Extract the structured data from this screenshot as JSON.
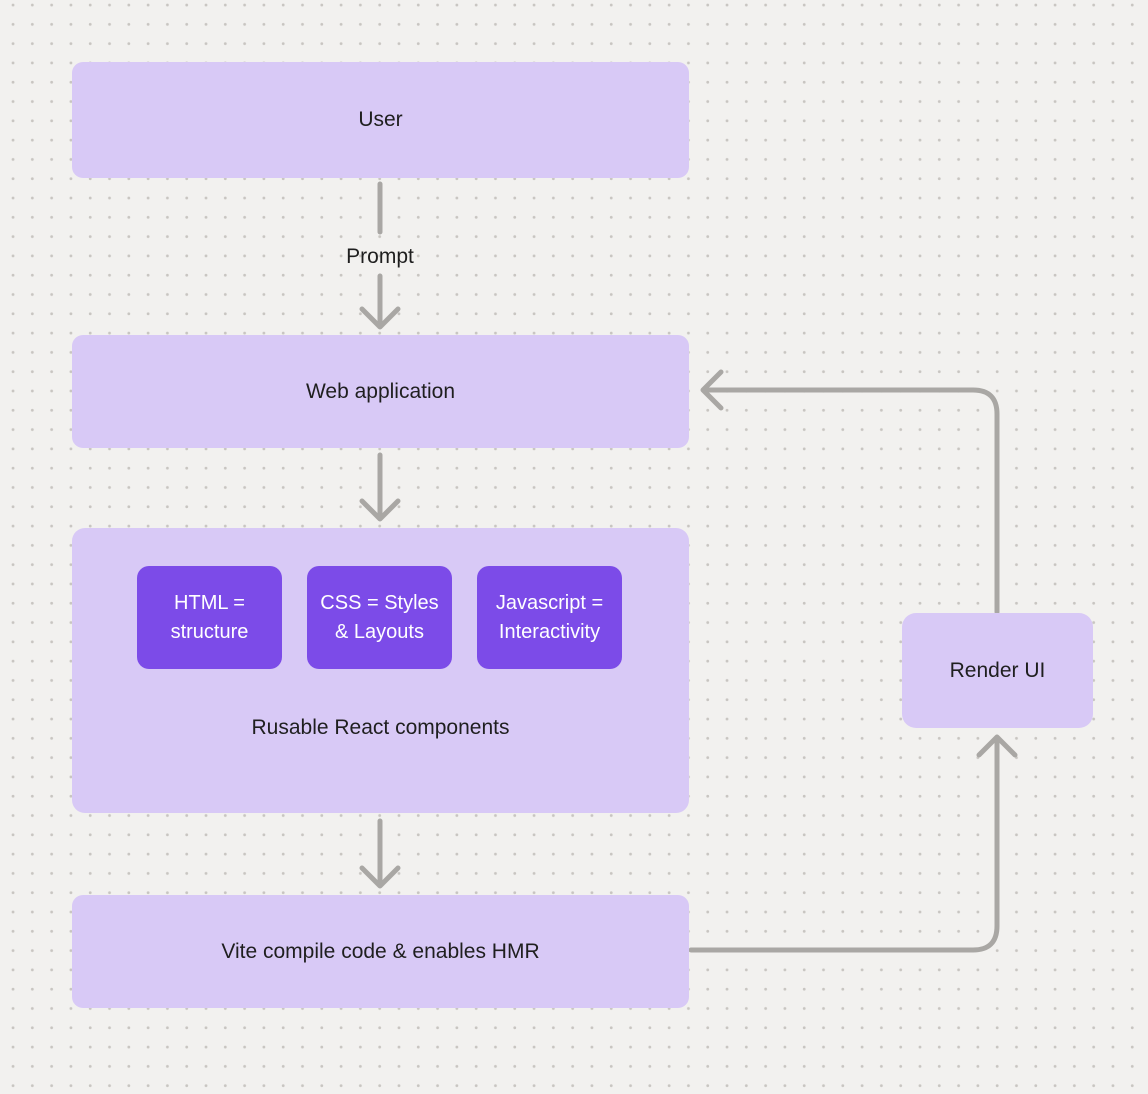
{
  "diagram": {
    "nodes": {
      "user": {
        "label": "User"
      },
      "web_app": {
        "label": "Web application"
      },
      "components": {
        "caption": "Rusable React components",
        "items": [
          {
            "label": "HTML = structure"
          },
          {
            "label": "CSS = Styles & Layouts"
          },
          {
            "label": "Javascript = Interactivity"
          }
        ]
      },
      "vite": {
        "label": "Vite compile code & enables HMR"
      },
      "render_ui": {
        "label": "Render UI"
      }
    },
    "edges": [
      {
        "from": "user",
        "to": "web_app",
        "label": "Prompt",
        "direction": "down"
      },
      {
        "from": "web_app",
        "to": "components",
        "label": "",
        "direction": "down"
      },
      {
        "from": "components",
        "to": "vite",
        "label": "",
        "direction": "down"
      },
      {
        "from": "vite",
        "to": "render_ui",
        "label": "",
        "direction": "right-up"
      },
      {
        "from": "render_ui",
        "to": "web_app",
        "label": "",
        "direction": "up-left"
      }
    ],
    "colors": {
      "background": "#f2f1ef",
      "grid_dot": "#c8c5c1",
      "node_fill": "#d8c9f6",
      "component_fill": "#7c4be8",
      "component_text": "#ffffff",
      "label_text": "#1f1f1f",
      "connector": "#a9a7a4"
    }
  }
}
